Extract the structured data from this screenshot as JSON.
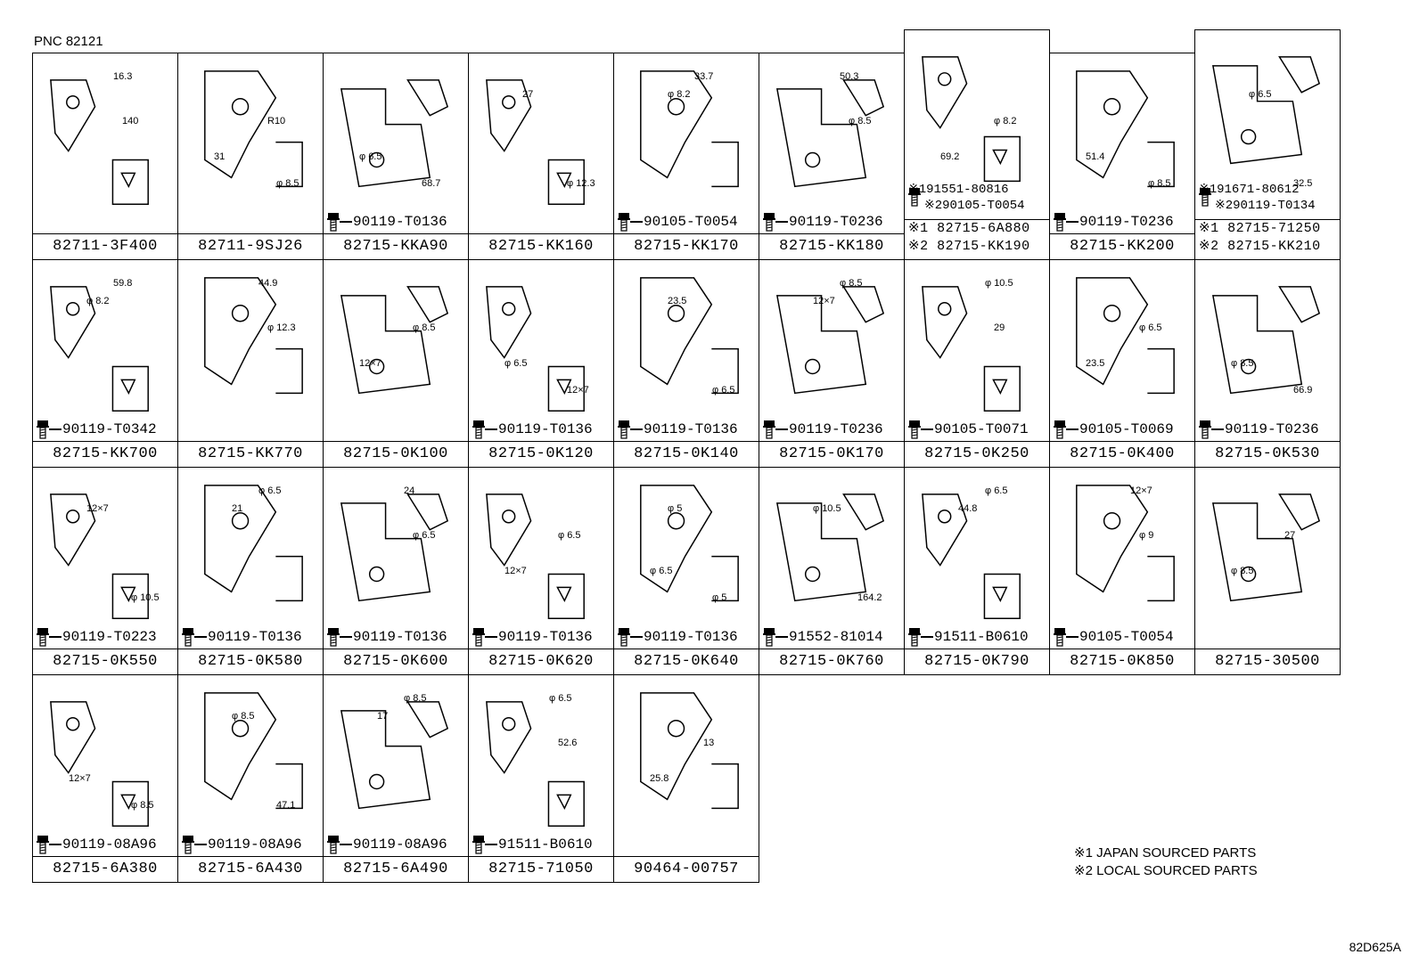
{
  "pnc": "PNC 82121",
  "drawing_code": "82D625A",
  "legend": [
    "※1 JAPAN SOURCED PARTS",
    "※2 LOCAL SOURCED PARTS"
  ],
  "cells": [
    {
      "id": "c1",
      "part": "82711-3F400",
      "bolt": "",
      "dims": [
        "16.3",
        "140"
      ]
    },
    {
      "id": "c2",
      "part": "82711-9SJ26",
      "bolt": "",
      "dims": [
        "R10",
        "31",
        "φ 8.5"
      ]
    },
    {
      "id": "c3",
      "part": "82715-KKA90",
      "bolt": "90119-T0136",
      "dims": [
        "φ 6.5",
        "68.7"
      ]
    },
    {
      "id": "c4",
      "part": "82715-KK160",
      "bolt": "",
      "dims": [
        "φ 12.3",
        "27"
      ]
    },
    {
      "id": "c5",
      "part": "82715-KK170",
      "bolt": "90105-T0054",
      "dims": [
        "φ 8.2",
        "33.7"
      ]
    },
    {
      "id": "c6",
      "part": "82715-KK180",
      "bolt": "90119-T0236",
      "dims": [
        "50.3",
        "φ 8.5"
      ]
    },
    {
      "id": "c7",
      "part": "",
      "bolt": "",
      "dims": [
        "φ 8.2",
        "69.2"
      ],
      "notes": [
        "※191551-80816",
        "※290105-T0054"
      ],
      "labels": [
        "※1 82715-6A880",
        "※2 82715-KK190"
      ]
    },
    {
      "id": "c8",
      "part": "82715-KK200",
      "bolt": "90119-T0236",
      "dims": [
        "51.4",
        "φ 8.5"
      ]
    },
    {
      "id": "c9",
      "part": "",
      "bolt": "",
      "dims": [
        "32.5",
        "φ 6.5"
      ],
      "notes": [
        "※191671-80612",
        "※290119-T0134"
      ],
      "labels": [
        "※1 82715-71250",
        "※2 82715-KK210"
      ]
    },
    {
      "id": "c10",
      "part": "82715-KK700",
      "bolt": "90119-T0342",
      "dims": [
        "φ 8.2",
        "59.8"
      ]
    },
    {
      "id": "c11",
      "part": "82715-KK770",
      "bolt": "",
      "dims": [
        "44.9",
        "φ 12.3"
      ]
    },
    {
      "id": "c12",
      "part": "82715-0K100",
      "bolt": "",
      "dims": [
        "φ 8.5",
        "12×7"
      ]
    },
    {
      "id": "c13",
      "part": "82715-0K120",
      "bolt": "90119-T0136",
      "dims": [
        "φ 6.5",
        "12×7"
      ]
    },
    {
      "id": "c14",
      "part": "82715-0K140",
      "bolt": "90119-T0136",
      "dims": [
        "φ 6.5",
        "23.5"
      ]
    },
    {
      "id": "c15",
      "part": "82715-0K170",
      "bolt": "90119-T0236",
      "dims": [
        "12×7",
        "φ 8.5"
      ]
    },
    {
      "id": "c16",
      "part": "82715-0K250",
      "bolt": "90105-T0071",
      "dims": [
        "φ 10.5",
        "29"
      ]
    },
    {
      "id": "c17",
      "part": "82715-0K400",
      "bolt": "90105-T0069",
      "dims": [
        "φ 6.5",
        "23.5"
      ]
    },
    {
      "id": "c18",
      "part": "82715-0K530",
      "bolt": "90119-T0236",
      "dims": [
        "φ 8.5",
        "66.9"
      ]
    },
    {
      "id": "c19",
      "part": "82715-0K550",
      "bolt": "90119-T0223",
      "dims": [
        "φ 10.5",
        "12×7"
      ]
    },
    {
      "id": "c20",
      "part": "82715-0K580",
      "bolt": "90119-T0136",
      "dims": [
        "21",
        "φ 6.5"
      ]
    },
    {
      "id": "c21",
      "part": "82715-0K600",
      "bolt": "90119-T0136",
      "dims": [
        "24",
        "φ 6.5"
      ]
    },
    {
      "id": "c22",
      "part": "82715-0K620",
      "bolt": "90119-T0136",
      "dims": [
        "φ 6.5",
        "12×7"
      ]
    },
    {
      "id": "c23",
      "part": "82715-0K640",
      "bolt": "90119-T0136",
      "dims": [
        "φ 6.5",
        "φ 5",
        "φ 5"
      ]
    },
    {
      "id": "c24",
      "part": "82715-0K760",
      "bolt": "91552-81014",
      "dims": [
        "164.2",
        "φ 10.5"
      ]
    },
    {
      "id": "c25",
      "part": "82715-0K790",
      "bolt": "91511-B0610",
      "dims": [
        "44.8",
        "φ 6.5"
      ]
    },
    {
      "id": "c26",
      "part": "82715-0K850",
      "bolt": "90105-T0054",
      "dims": [
        "12×7",
        "φ 9"
      ]
    },
    {
      "id": "c27",
      "part": "82715-30500",
      "bolt": "",
      "dims": [
        "27",
        "φ 8.5"
      ]
    },
    {
      "id": "c28",
      "part": "82715-6A380",
      "bolt": "90119-08A96",
      "dims": [
        "12×7",
        "φ 8.5"
      ]
    },
    {
      "id": "c29",
      "part": "82715-6A430",
      "bolt": "90119-08A96",
      "dims": [
        "47.1",
        "φ 8.5"
      ]
    },
    {
      "id": "c30",
      "part": "82715-6A490",
      "bolt": "90119-08A96",
      "dims": [
        "17",
        "φ 8.5"
      ]
    },
    {
      "id": "c31",
      "part": "82715-71050",
      "bolt": "91511-B0610",
      "dims": [
        "φ 6.5",
        "52.6"
      ]
    },
    {
      "id": "c32",
      "part": "90464-00757",
      "bolt": "",
      "dims": [
        "13",
        "25.8"
      ]
    }
  ]
}
